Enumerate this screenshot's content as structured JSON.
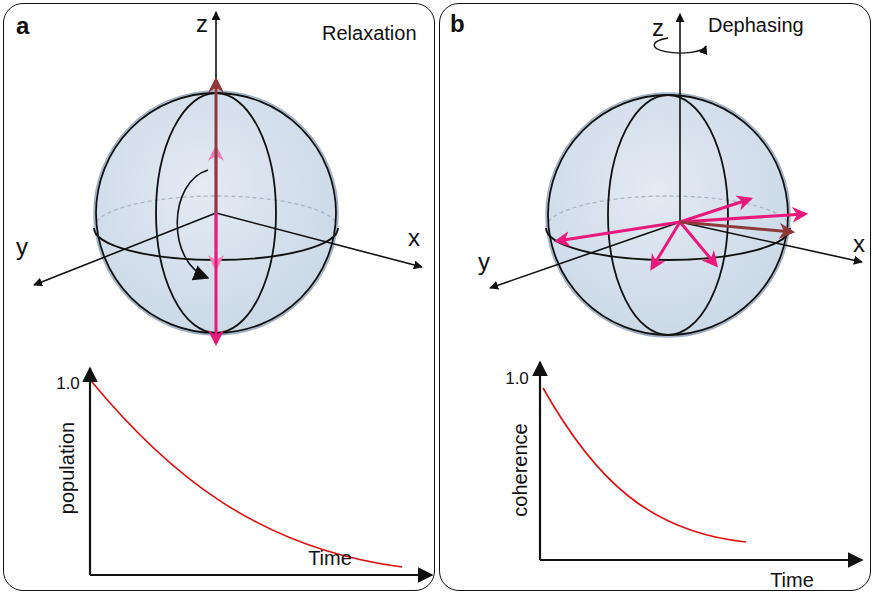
{
  "diagram": {
    "nodes": [
      {
        "text": [
          "a",
          "Relaxation"
        ]
      },
      {
        "text": [
          "b",
          "Dephasing"
        ]
      }
    ],
    "labels": [
      "z",
      "y",
      "x",
      "population",
      "1.0",
      "Time",
      "z",
      "y",
      "x",
      "coherence",
      "1.0",
      "Time"
    ]
  }
}
